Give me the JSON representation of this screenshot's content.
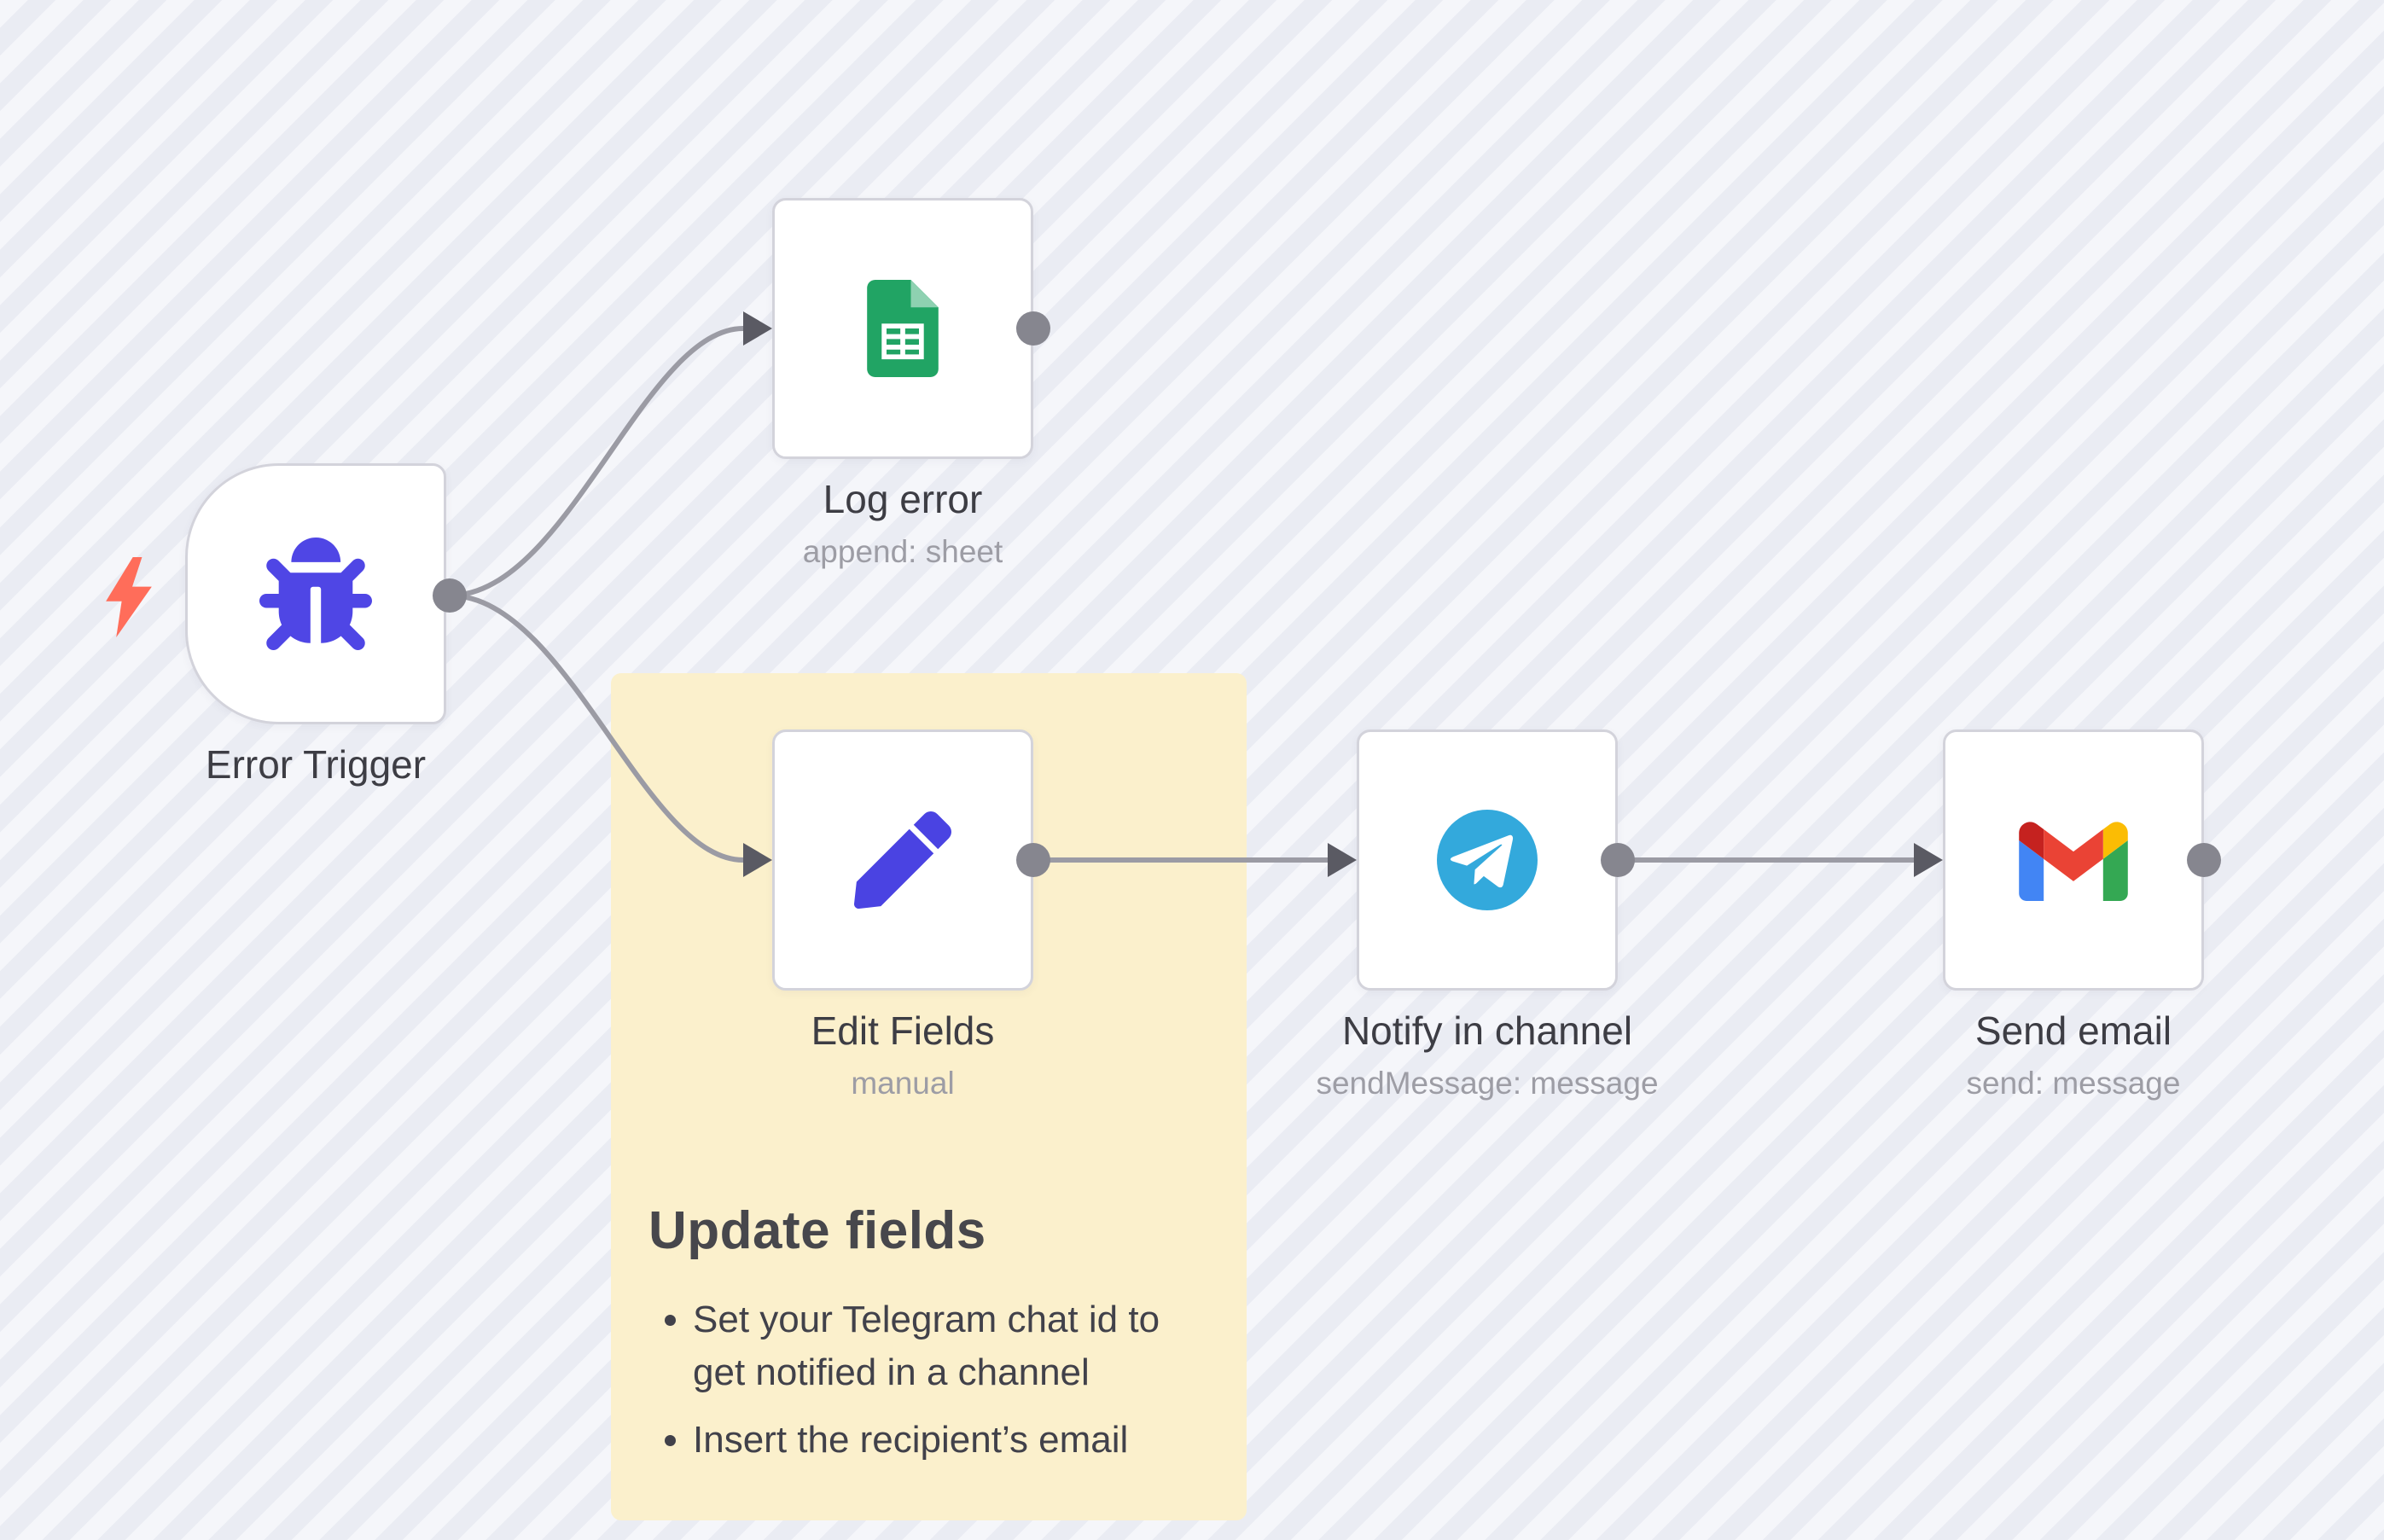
{
  "canvas": {
    "stripe_light": "#f5f6fa",
    "stripe_dark": "#eaecf3"
  },
  "nodes": [
    {
      "id": "error-trigger",
      "label": "Error Trigger",
      "subtitle": "",
      "icon": "bug-icon",
      "shape": "trigger"
    },
    {
      "id": "log-error",
      "label": "Log error",
      "subtitle": "append: sheet",
      "icon": "google-sheets-icon",
      "shape": "square"
    },
    {
      "id": "edit-fields",
      "label": "Edit Fields",
      "subtitle": "manual",
      "icon": "pencil-icon",
      "shape": "square"
    },
    {
      "id": "notify-in-channel",
      "label": "Notify in channel",
      "subtitle": "sendMessage: message",
      "icon": "telegram-icon",
      "shape": "square"
    },
    {
      "id": "send-email",
      "label": "Send email",
      "subtitle": "send: message",
      "icon": "gmail-icon",
      "shape": "square"
    }
  ],
  "sticky_note": {
    "title": "Update fields",
    "bullets": [
      "Set your Telegram chat id to get notified in a channel",
      "Insert the recipient’s email"
    ],
    "background": "#fbf0cc"
  },
  "connections": [
    {
      "from": "error-trigger",
      "to": "log-error"
    },
    {
      "from": "error-trigger",
      "to": "edit-fields"
    },
    {
      "from": "edit-fields",
      "to": "notify-in-channel"
    },
    {
      "from": "notify-in-channel",
      "to": "send-email"
    }
  ],
  "colors": {
    "node_border": "#d3d3db",
    "connection": "#9b9ba4",
    "endpoint": "#86868f",
    "input_arrow": "#5a5a63",
    "bug_icon": "#4f46e5",
    "pencil_icon": "#4a43e2",
    "sheets_green": "#21a464",
    "sheets_fold": "#8ed1b1",
    "telegram_blue": "#33a9dc",
    "gmail_blue": "#4285f4",
    "gmail_red": "#ea4335",
    "gmail_yellow": "#fbbc04",
    "gmail_green": "#34a853",
    "gmail_dark_red": "#c5221f",
    "lightning": "#ff6d5a",
    "label_text": "#3d3d44",
    "subtitle_text": "#9d9da5",
    "sticky_title_text": "#47474c"
  }
}
